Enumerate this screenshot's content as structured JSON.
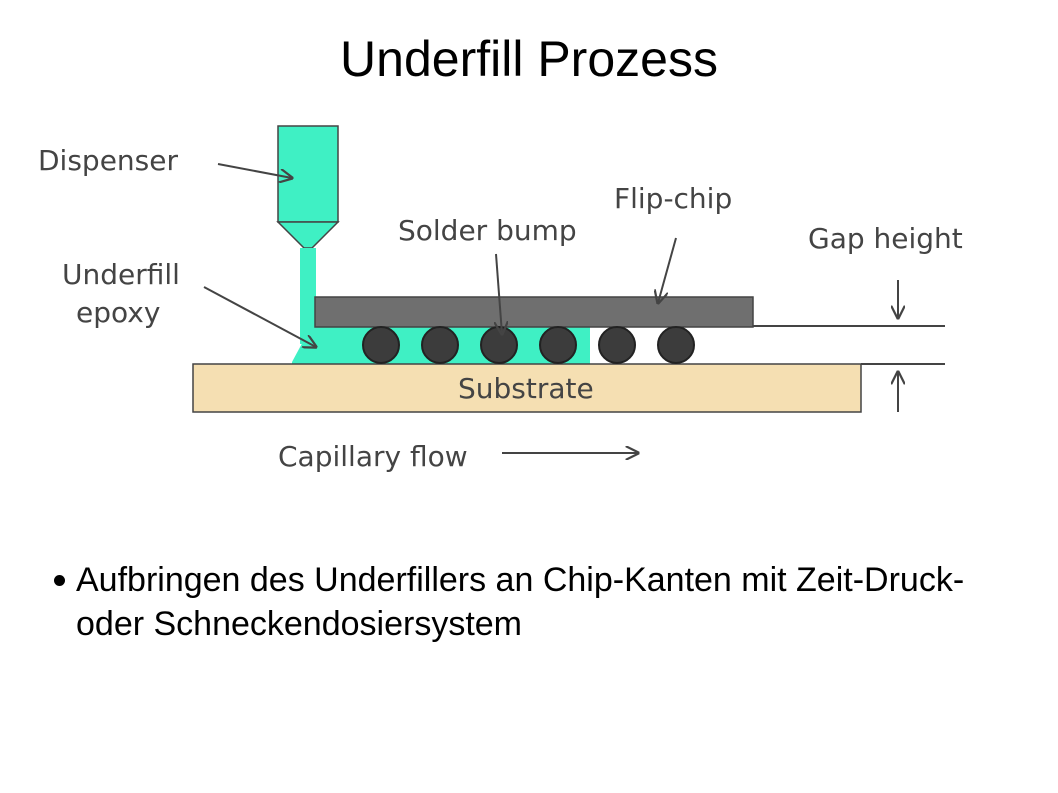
{
  "title": "Underfill Prozess",
  "diagram": {
    "labels": {
      "dispenser": "Dispenser",
      "underfill_line1": "Underfill",
      "underfill_line2": "epoxy",
      "solder_bump": "Solder bump",
      "flip_chip": "Flip-chip",
      "gap_height": "Gap height",
      "substrate": "Substrate",
      "capillary_flow": "Capillary flow"
    },
    "colors": {
      "epoxy": "#3ff0c4",
      "chip": "#6f6f6f",
      "substrate": "#f5dfb2",
      "bump": "#3c3c3c",
      "line": "#444444"
    },
    "bump_count": 6
  },
  "bullets": [
    "Aufbringen des Underfillers an Chip-Kanten mit Zeit-Druck- oder Schneckendosiersystem"
  ]
}
